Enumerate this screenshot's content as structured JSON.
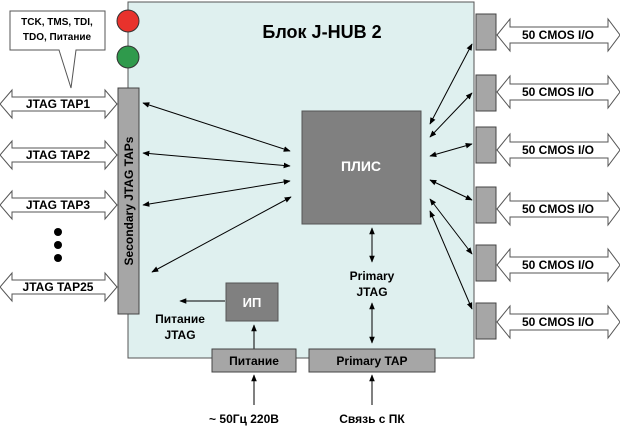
{
  "title": "Блок J-HUB 2",
  "callout": {
    "line1": "TCK, TMS, TDI,",
    "line2": "TDO, Питание"
  },
  "secondary_label": "Secondary JTAG TAPs",
  "left_ports": [
    "JTAG TAP1",
    "JTAG TAP2",
    "JTAG TAP3",
    "JTAG TAP25"
  ],
  "right_ports": [
    "50 CMOS I/O",
    "50 CMOS I/O",
    "50 CMOS I/O",
    "50 CMOS I/O",
    "50 CMOS I/O",
    "50 CMOS I/O"
  ],
  "fpga_label": "ПЛИС",
  "psu_label": "ИП",
  "jtag_power": {
    "line1": "Питание",
    "line2": "JTAG"
  },
  "primary_jtag": {
    "line1": "Primary",
    "line2": "JTAG"
  },
  "power_box": "Питание",
  "primary_tap": "Primary TAP",
  "mains_label": "~ 50Гц 220В",
  "pc_link": "Связь с ПК",
  "colors": {
    "panel": "#dff0ef",
    "block": "#a6a6a6",
    "fpga": "#808080",
    "led_red": "#e8322c",
    "led_green": "#2f9a4c"
  }
}
